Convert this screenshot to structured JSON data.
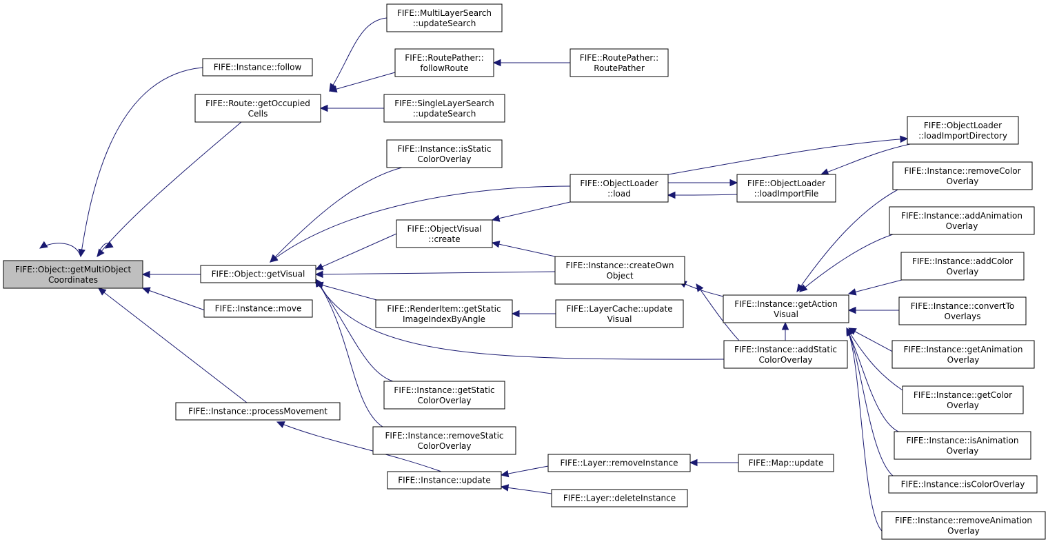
{
  "colors": {
    "edge": "#191970",
    "root_fill": "#bfbfbf",
    "node_fill": "#ffffff",
    "node_border": "#000000"
  },
  "nodes": [
    {
      "id": "n0",
      "lines": [
        "FIFE::Object::getMultiObject",
        "Coordinates"
      ]
    },
    {
      "id": "n1",
      "lines": [
        "FIFE::Instance::follow"
      ]
    },
    {
      "id": "n2",
      "lines": [
        "FIFE::Route::getOccupied",
        "Cells"
      ]
    },
    {
      "id": "n3",
      "lines": [
        "FIFE::Object::getVisual"
      ]
    },
    {
      "id": "n4",
      "lines": [
        "FIFE::Instance::move"
      ]
    },
    {
      "id": "n5",
      "lines": [
        "FIFE::Instance::processMovement"
      ]
    },
    {
      "id": "n6",
      "lines": [
        "FIFE::MultiLayerSearch",
        "::updateSearch"
      ]
    },
    {
      "id": "n7",
      "lines": [
        "FIFE::RoutePather::",
        "followRoute"
      ]
    },
    {
      "id": "n8",
      "lines": [
        "FIFE::RoutePather::",
        "RoutePather"
      ]
    },
    {
      "id": "n9",
      "lines": [
        "FIFE::SingleLayerSearch",
        "::updateSearch"
      ]
    },
    {
      "id": "n10",
      "lines": [
        "FIFE::Instance::isStatic",
        "ColorOverlay"
      ]
    },
    {
      "id": "n11",
      "lines": [
        "FIFE::ObjectLoader",
        "::load"
      ]
    },
    {
      "id": "n12",
      "lines": [
        "FIFE::ObjectLoader",
        "::loadImportFile"
      ]
    },
    {
      "id": "n13",
      "lines": [
        "FIFE::ObjectLoader",
        "::loadImportDirectory"
      ]
    },
    {
      "id": "n14",
      "lines": [
        "FIFE::ObjectVisual",
        "::create"
      ]
    },
    {
      "id": "n15",
      "lines": [
        "FIFE::Instance::createOwn",
        "Object"
      ]
    },
    {
      "id": "n16",
      "lines": [
        "FIFE::Instance::getAction",
        "Visual"
      ]
    },
    {
      "id": "n17",
      "lines": [
        "FIFE::RenderItem::getStatic",
        "ImageIndexByAngle"
      ]
    },
    {
      "id": "n18",
      "lines": [
        "FIFE::LayerCache::update",
        "Visual"
      ]
    },
    {
      "id": "n19",
      "lines": [
        "FIFE::Instance::addStatic",
        "ColorOverlay"
      ]
    },
    {
      "id": "n20",
      "lines": [
        "FIFE::Instance::getStatic",
        "ColorOverlay"
      ]
    },
    {
      "id": "n21",
      "lines": [
        "FIFE::Instance::removeStatic",
        "ColorOverlay"
      ]
    },
    {
      "id": "n22",
      "lines": [
        "FIFE::Instance::update"
      ]
    },
    {
      "id": "n23",
      "lines": [
        "FIFE::Layer::removeInstance"
      ]
    },
    {
      "id": "n24",
      "lines": [
        "FIFE::Map::update"
      ]
    },
    {
      "id": "n25",
      "lines": [
        "FIFE::Layer::deleteInstance"
      ]
    },
    {
      "id": "n26",
      "lines": [
        "FIFE::Instance::removeColor",
        "Overlay"
      ]
    },
    {
      "id": "n27",
      "lines": [
        "FIFE::Instance::addAnimation",
        "Overlay"
      ]
    },
    {
      "id": "n28",
      "lines": [
        "FIFE::Instance::addColor",
        "Overlay"
      ]
    },
    {
      "id": "n29",
      "lines": [
        "FIFE::Instance::convertTo",
        "Overlays"
      ]
    },
    {
      "id": "n30",
      "lines": [
        "FIFE::Instance::getAnimation",
        "Overlay"
      ]
    },
    {
      "id": "n31",
      "lines": [
        "FIFE::Instance::getColor",
        "Overlay"
      ]
    },
    {
      "id": "n32",
      "lines": [
        "FIFE::Instance::isAnimation",
        "Overlay"
      ]
    },
    {
      "id": "n33",
      "lines": [
        "FIFE::Instance::isColorOverlay"
      ]
    },
    {
      "id": "n34",
      "lines": [
        "FIFE::Instance::removeAnimation",
        "Overlay"
      ]
    }
  ],
  "edges": [
    {
      "from": "n0",
      "to": "n0"
    },
    {
      "from": "n0",
      "to": "n0"
    },
    {
      "from": "n1",
      "to": "n0"
    },
    {
      "from": "n2",
      "to": "n0"
    },
    {
      "from": "n3",
      "to": "n0"
    },
    {
      "from": "n4",
      "to": "n0"
    },
    {
      "from": "n5",
      "to": "n0"
    },
    {
      "from": "n6",
      "to": "n2"
    },
    {
      "from": "n7",
      "to": "n2"
    },
    {
      "from": "n9",
      "to": "n2"
    },
    {
      "from": "n8",
      "to": "n7"
    },
    {
      "from": "n10",
      "to": "n3"
    },
    {
      "from": "n11",
      "to": "n3"
    },
    {
      "from": "n14",
      "to": "n3"
    },
    {
      "from": "n15",
      "to": "n3"
    },
    {
      "from": "n17",
      "to": "n3"
    },
    {
      "from": "n19",
      "to": "n3"
    },
    {
      "from": "n20",
      "to": "n3"
    },
    {
      "from": "n21",
      "to": "n3"
    },
    {
      "from": "n11",
      "to": "n14"
    },
    {
      "from": "n15",
      "to": "n14"
    },
    {
      "from": "n11",
      "to": "n12"
    },
    {
      "from": "n12",
      "to": "n11"
    },
    {
      "from": "n11",
      "to": "n13"
    },
    {
      "from": "n12",
      "to": "n13"
    },
    {
      "from": "n16",
      "to": "n15"
    },
    {
      "from": "n19",
      "to": "n15"
    },
    {
      "from": "n18",
      "to": "n17"
    },
    {
      "from": "n19",
      "to": "n16"
    },
    {
      "from": "n26",
      "to": "n16"
    },
    {
      "from": "n27",
      "to": "n16"
    },
    {
      "from": "n28",
      "to": "n16"
    },
    {
      "from": "n29",
      "to": "n16"
    },
    {
      "from": "n30",
      "to": "n16"
    },
    {
      "from": "n31",
      "to": "n16"
    },
    {
      "from": "n32",
      "to": "n16"
    },
    {
      "from": "n33",
      "to": "n16"
    },
    {
      "from": "n34",
      "to": "n16"
    },
    {
      "from": "n22",
      "to": "n5"
    },
    {
      "from": "n23",
      "to": "n22"
    },
    {
      "from": "n25",
      "to": "n22"
    },
    {
      "from": "n24",
      "to": "n23"
    }
  ]
}
